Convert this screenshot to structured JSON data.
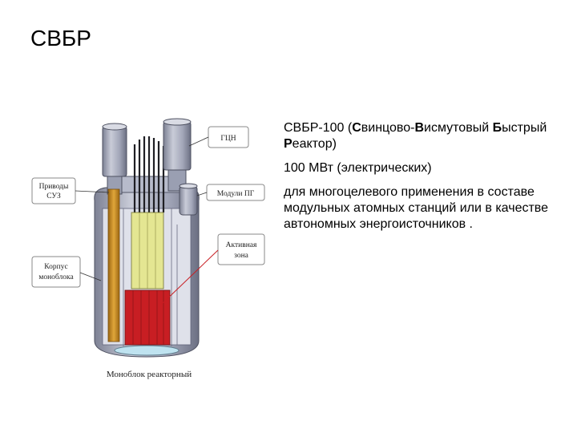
{
  "slide": {
    "title": "СВБР"
  },
  "figure": {
    "labels": {
      "gcn": "ГЦН",
      "drives_line1": "Приводы",
      "drives_line2": "СУЗ",
      "sg_modules": "Модули ПГ",
      "core_line1": "Активная",
      "core_line2": "зона",
      "vessel_line1": "Корпус",
      "vessel_line2": "моноблока"
    },
    "caption": "Моноблок реакторный",
    "colors": {
      "steel": "#a9adbf",
      "core_red": "#c81e23",
      "core_yellow": "#e4e692",
      "rod_orange": "#c98a1e"
    }
  },
  "text": {
    "name_prefix": "СВБР-100 (",
    "s_bold": "С",
    "s_rest": "винцово-",
    "v_bold": "В",
    "v_rest": "исмутовый",
    "b_bold": "Б",
    "b_rest": "ыстрый ",
    "r_bold": "Р",
    "r_rest": "еактор)",
    "power": "100 МВт (электрических)",
    "purpose": "для многоцелевого применения в составе модульных атомных станций или в качестве автономных энергоисточников ."
  }
}
